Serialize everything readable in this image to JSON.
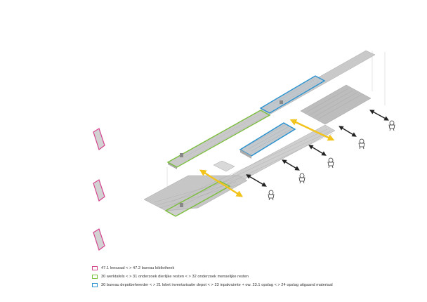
{
  "colors": {
    "pink": "#d6438f",
    "green": "#7cbf3e",
    "blue": "#2b93d1",
    "yellow": "#f2c31b",
    "slab": "#c8c8c8",
    "slab_dark": "#a9a9a9",
    "arrow_black": "#222222"
  },
  "icons": {
    "person": "visitor-icon",
    "bidirectional_yellow": "double-arrow-yellow",
    "bidirectional_black": "double-arrow-black"
  },
  "legend": [
    {
      "color": "#d6438f",
      "text": "47.1 leeszaal < > 47.2 bureau bibliotheek"
    },
    {
      "color": "#7cbf3e",
      "text": "30 werktafels < > 31 onderzoek dierlijke resten < > 32 onderzoek menselijke resten"
    },
    {
      "color": "#2b93d1",
      "text": "30 bureau depotbeheerder < > 21 loket inventarisatie depot < > 23 inpakruimte + ow. 23.1 opslag < > 24 opslag uitgaand materiaal"
    }
  ]
}
